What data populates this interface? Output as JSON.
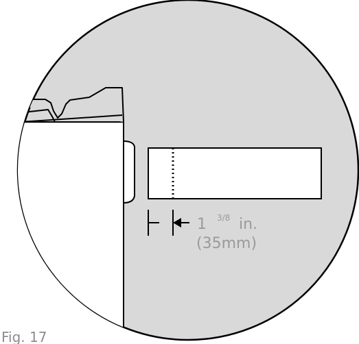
{
  "figure": {
    "caption": "Fig. 17",
    "dimension": {
      "whole": "1",
      "fraction": "3/8",
      "unit": "in.",
      "metric": "(35mm)"
    }
  },
  "colors": {
    "background_fill": "#d9d9d9",
    "outline": "#000000",
    "part_fill": "#ffffff",
    "dimension_text": "#9a9a9a"
  }
}
